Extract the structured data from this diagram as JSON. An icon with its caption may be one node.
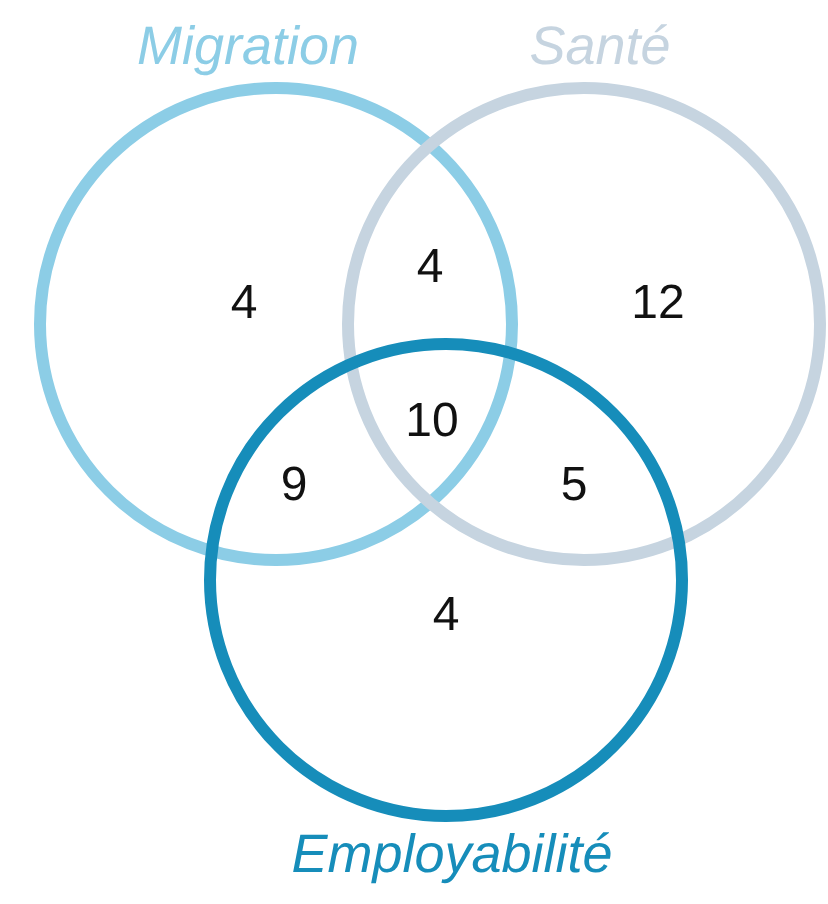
{
  "diagram": {
    "nodes": [
      {
        "text": [
          "Migration"
        ]
      },
      {
        "text": [
          "Santé"
        ]
      },
      {
        "text": [
          "Employabilité"
        ]
      }
    ],
    "labels": [
      "4",
      "4",
      "12",
      "10",
      "9",
      "5",
      "4"
    ]
  }
}
